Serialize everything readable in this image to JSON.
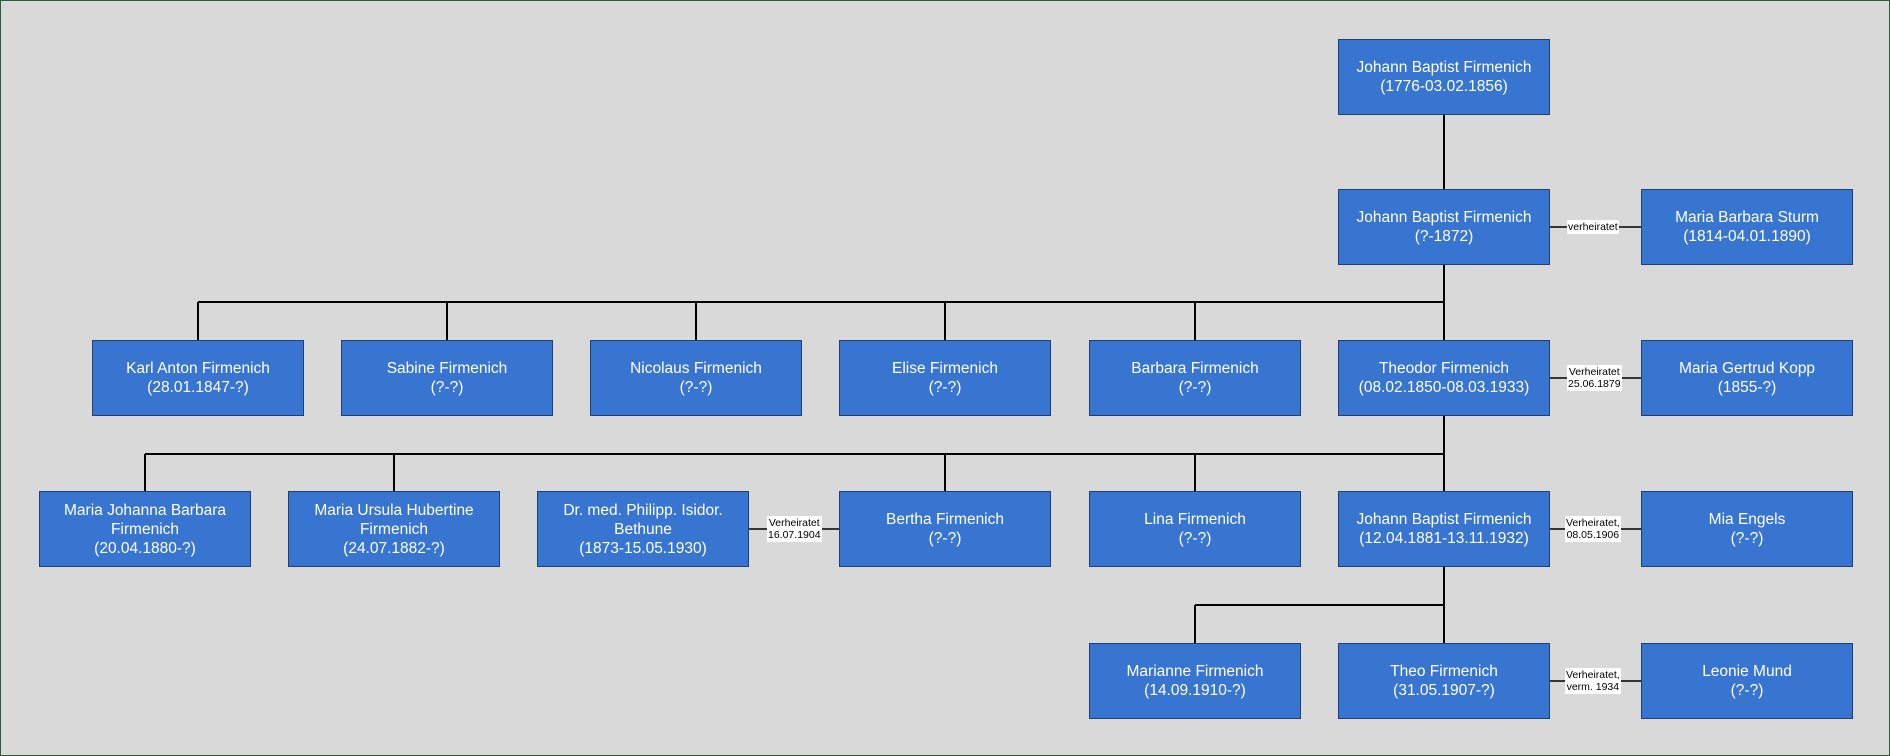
{
  "persons": {
    "jbf_1776": {
      "name": "Johann Baptist Firmenich",
      "dates": "(1776-03.02.1856)"
    },
    "jbf_1872": {
      "name": "Johann Baptist Firmenich",
      "dates": "(?-1872)"
    },
    "maria_barbara": {
      "name": "Maria Barbara Sturm",
      "dates": "(1814-04.01.1890)"
    },
    "karl_anton": {
      "name": "Karl Anton Firmenich",
      "dates": "(28.01.1847-?)"
    },
    "sabine": {
      "name": "Sabine Firmenich",
      "dates": "(?-?)"
    },
    "nicolaus": {
      "name": "Nicolaus Firmenich",
      "dates": "(?-?)"
    },
    "elise": {
      "name": "Elise Firmenich",
      "dates": "(?-?)"
    },
    "barbara": {
      "name": "Barbara Firmenich",
      "dates": "(?-?)"
    },
    "theodor": {
      "name": "Theodor Firmenich",
      "dates": "(08.02.1850-08.03.1933)"
    },
    "maria_gertrud": {
      "name": "Maria Gertrud Kopp",
      "dates": "(1855-?)"
    },
    "maria_johanna": {
      "name_1": "Maria Johanna Barbara",
      "name_2": "Firmenich",
      "dates": "(20.04.1880-?)"
    },
    "maria_ursula": {
      "name_1": "Maria Ursula Hubertine",
      "name_2": "Firmenich",
      "dates": "(24.07.1882-?)"
    },
    "philipp": {
      "name_1": "Dr. med. Philipp. Isidor.",
      "name_2": "Bethune",
      "dates": "(1873-15.05.1930)"
    },
    "bertha": {
      "name": "Bertha Firmenich",
      "dates": "(?-?)"
    },
    "lina": {
      "name": "Lina Firmenich",
      "dates": "(?-?)"
    },
    "jbf_1881": {
      "name": "Johann Baptist Firmenich",
      "dates": "(12.04.1881-13.11.1932)"
    },
    "mia": {
      "name": "Mia Engels",
      "dates": "(?-?)"
    },
    "marianne": {
      "name": "Marianne Firmenich",
      "dates": "(14.09.1910-?)"
    },
    "theo": {
      "name": "Theo Firmenich",
      "dates": "(31.05.1907-?)"
    },
    "leonie": {
      "name": "Leonie Mund",
      "dates": "(?-?)"
    }
  },
  "relations": {
    "r1": {
      "line1": "verheiratet"
    },
    "r2": {
      "line1": "Verheiratet",
      "line2": "25.06.1879"
    },
    "r3": {
      "line1": "Verheiratet",
      "line2": "16.07.1904"
    },
    "r4": {
      "line1": "Verheiratet,",
      "line2": "08.05.1906"
    },
    "r5": {
      "line1": "Verheiratet,",
      "line2": "verm. 1934"
    }
  }
}
